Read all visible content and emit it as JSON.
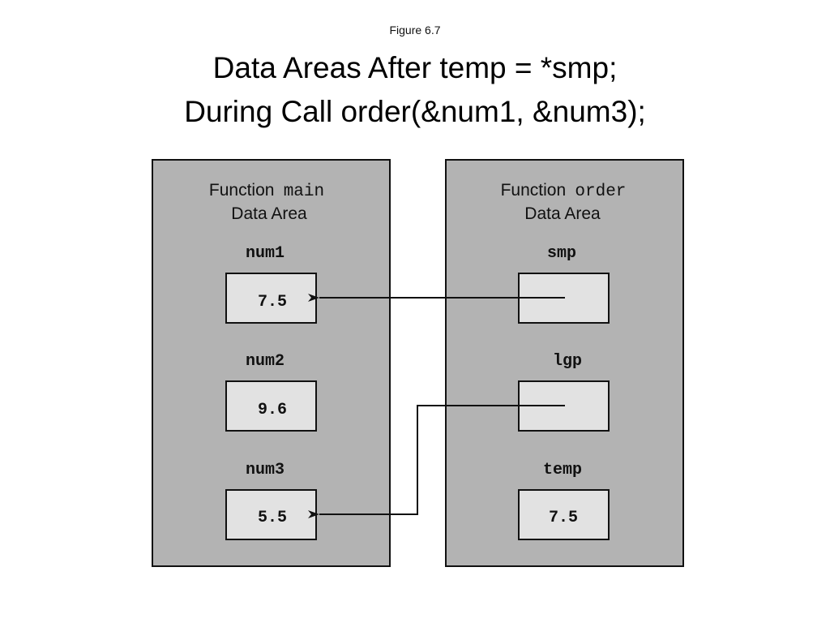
{
  "figure_label": "Figure 6.7",
  "title": {
    "line1": "Data Areas After temp = *smp;",
    "line2": "During Call order(&num1, &num3);"
  },
  "main_area": {
    "heading_prefix": "Function",
    "heading_code": "main",
    "heading_line2": "Data Area",
    "vars": [
      {
        "name": "num1",
        "value": "7.5"
      },
      {
        "name": "num2",
        "value": "9.6"
      },
      {
        "name": "num3",
        "value": "5.5"
      }
    ]
  },
  "order_area": {
    "heading_prefix": "Function",
    "heading_code": "order",
    "heading_line2": "Data Area",
    "vars": [
      {
        "name": "smp",
        "value": ""
      },
      {
        "name": "lgp",
        "value": ""
      },
      {
        "name": "temp",
        "value": "7.5"
      }
    ]
  },
  "pointers": [
    {
      "from": "smp",
      "to": "num1"
    },
    {
      "from": "lgp",
      "to": "num3"
    }
  ],
  "colors": {
    "panel_fill": "#b3b3b3",
    "cell_fill": "#e2e2e2",
    "stroke": "#111111"
  }
}
